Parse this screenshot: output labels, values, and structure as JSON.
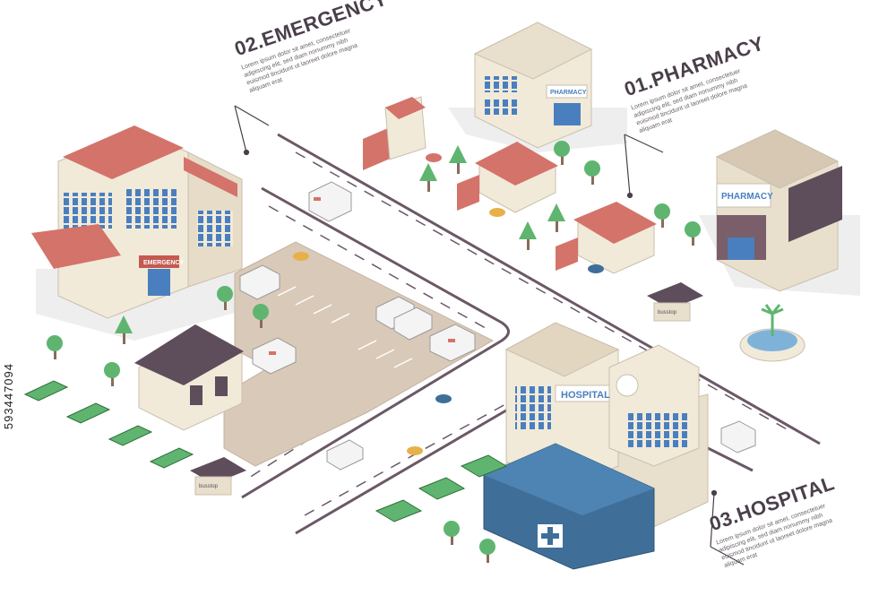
{
  "callouts": {
    "emergency": {
      "number": "02.",
      "label": "EMERGENCY",
      "text": "Lorem ipsum dolor sit amet, consectetuer adipiscing elit, sed diam nonummy nibh euismod tincidunt ut laoreet dolore magna aliquam erat"
    },
    "pharmacy": {
      "number": "01.",
      "label": "PHARMACY",
      "text": "Lorem ipsum dolor sit amet, consectetuer adipiscing elit, sed diam nonummy nibh euismod tincidunt ut laoreet dolore magna aliquam erat"
    },
    "hospital": {
      "number": "03.",
      "label": "HOSPITAL",
      "text": "Lorem ipsum dolor sit amet, consectetuer adipiscing elit, sed diam nonummy nibh euismod tincidunt ut laoreet dolore magna aliquam erat"
    }
  },
  "signs": {
    "emergency": "EMERGENCY",
    "pharmacy_main": "PHARMACY",
    "pharmacy_small": "PHARMACY",
    "hospital": "HOSPITAL",
    "bus_stop": "busstop"
  },
  "stock_id": "593447094",
  "colors": {
    "road": "#6b5866",
    "lot": "#d9c9b8",
    "roof_red": "#d4736a",
    "wall_cream": "#f1ead9",
    "window_blue": "#4a7fbf",
    "hospital_blue": "#3f6f99",
    "tree": "#5fb56f",
    "dark_roof": "#5e4d5b",
    "bench": "#2e5d8c"
  }
}
